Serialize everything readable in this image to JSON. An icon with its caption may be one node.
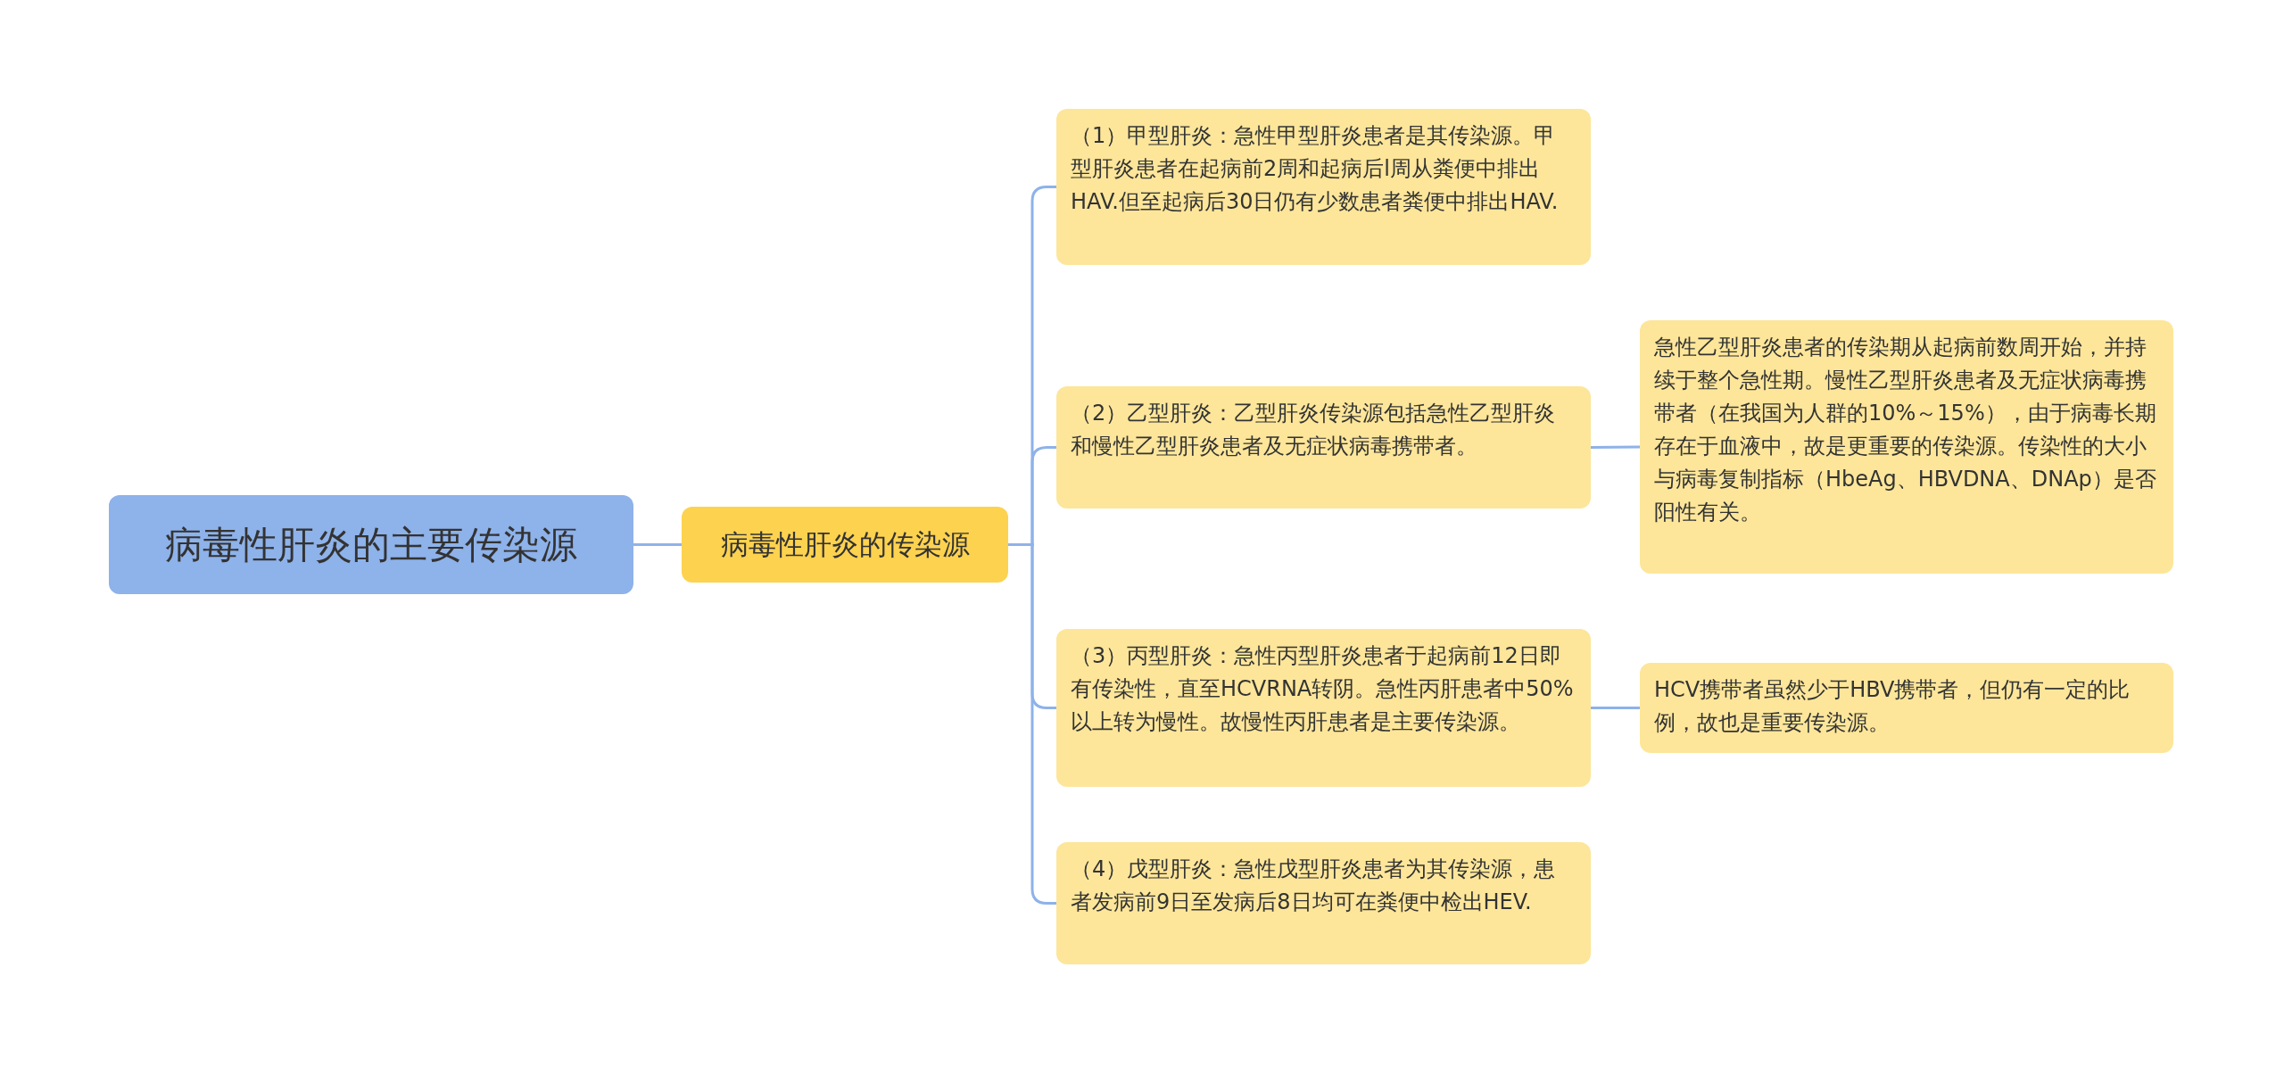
{
  "diagram": {
    "nodes": [
      {
        "text": [
          "病毒性肝炎的主要传染源"
        ]
      },
      {
        "text": [
          "病毒性肝炎的传染源"
        ]
      },
      {
        "text": [
          "（1）甲型肝炎：急性甲型肝炎患者是其传染源。甲型肝炎患者在起病前2周和起病后l周从粪便中排出HAV.但至起病后30日仍有少数患者粪便中排出HAV."
        ]
      },
      {
        "text": [
          "（2）乙型肝炎：乙型肝炎传染源包括急性乙型肝炎和慢性乙型肝炎患者及无症状病毒携带者。"
        ]
      },
      {
        "text": [
          "急性乙型肝炎患者的传染期从起病前数周开始，并持续于整个急性期。慢性乙型肝炎患者及无症状病毒携带者（在我国为人群的10%～15%），由于病毒长期存在于血液中，故是更重要的传染源。传染性的大小与病毒复制指标（HbeAg、HBVDNA、DNAp）是否阳性有关。"
        ]
      },
      {
        "text": [
          "（3）丙型肝炎：急性丙型肝炎患者于起病前12日即有传染性，直至HCVRNA转阴。急性丙肝患者中50%以上转为慢性。故慢性丙肝患者是主要传染源。"
        ]
      },
      {
        "text": [
          "HCV携带者虽然少于HBV携带者，但仍有一定的比例，故也是重要传染源。"
        ]
      },
      {
        "text": [
          "（4）戊型肝炎：急性戊型肝炎患者为其传染源，患者发病前9日至发病后8日均可在粪便中检出HEV."
        ]
      }
    ],
    "edges": [
      {
        "from": 0,
        "to": 1,
        "arrow": "none"
      },
      {
        "from": 1,
        "to": 2,
        "arrow": "none"
      },
      {
        "from": 1,
        "to": 3,
        "arrow": "none"
      },
      {
        "from": 1,
        "to": 5,
        "arrow": "none"
      },
      {
        "from": 1,
        "to": 7,
        "arrow": "none"
      },
      {
        "from": 3,
        "to": 4,
        "arrow": "none"
      },
      {
        "from": 5,
        "to": 6,
        "arrow": "none"
      }
    ]
  }
}
